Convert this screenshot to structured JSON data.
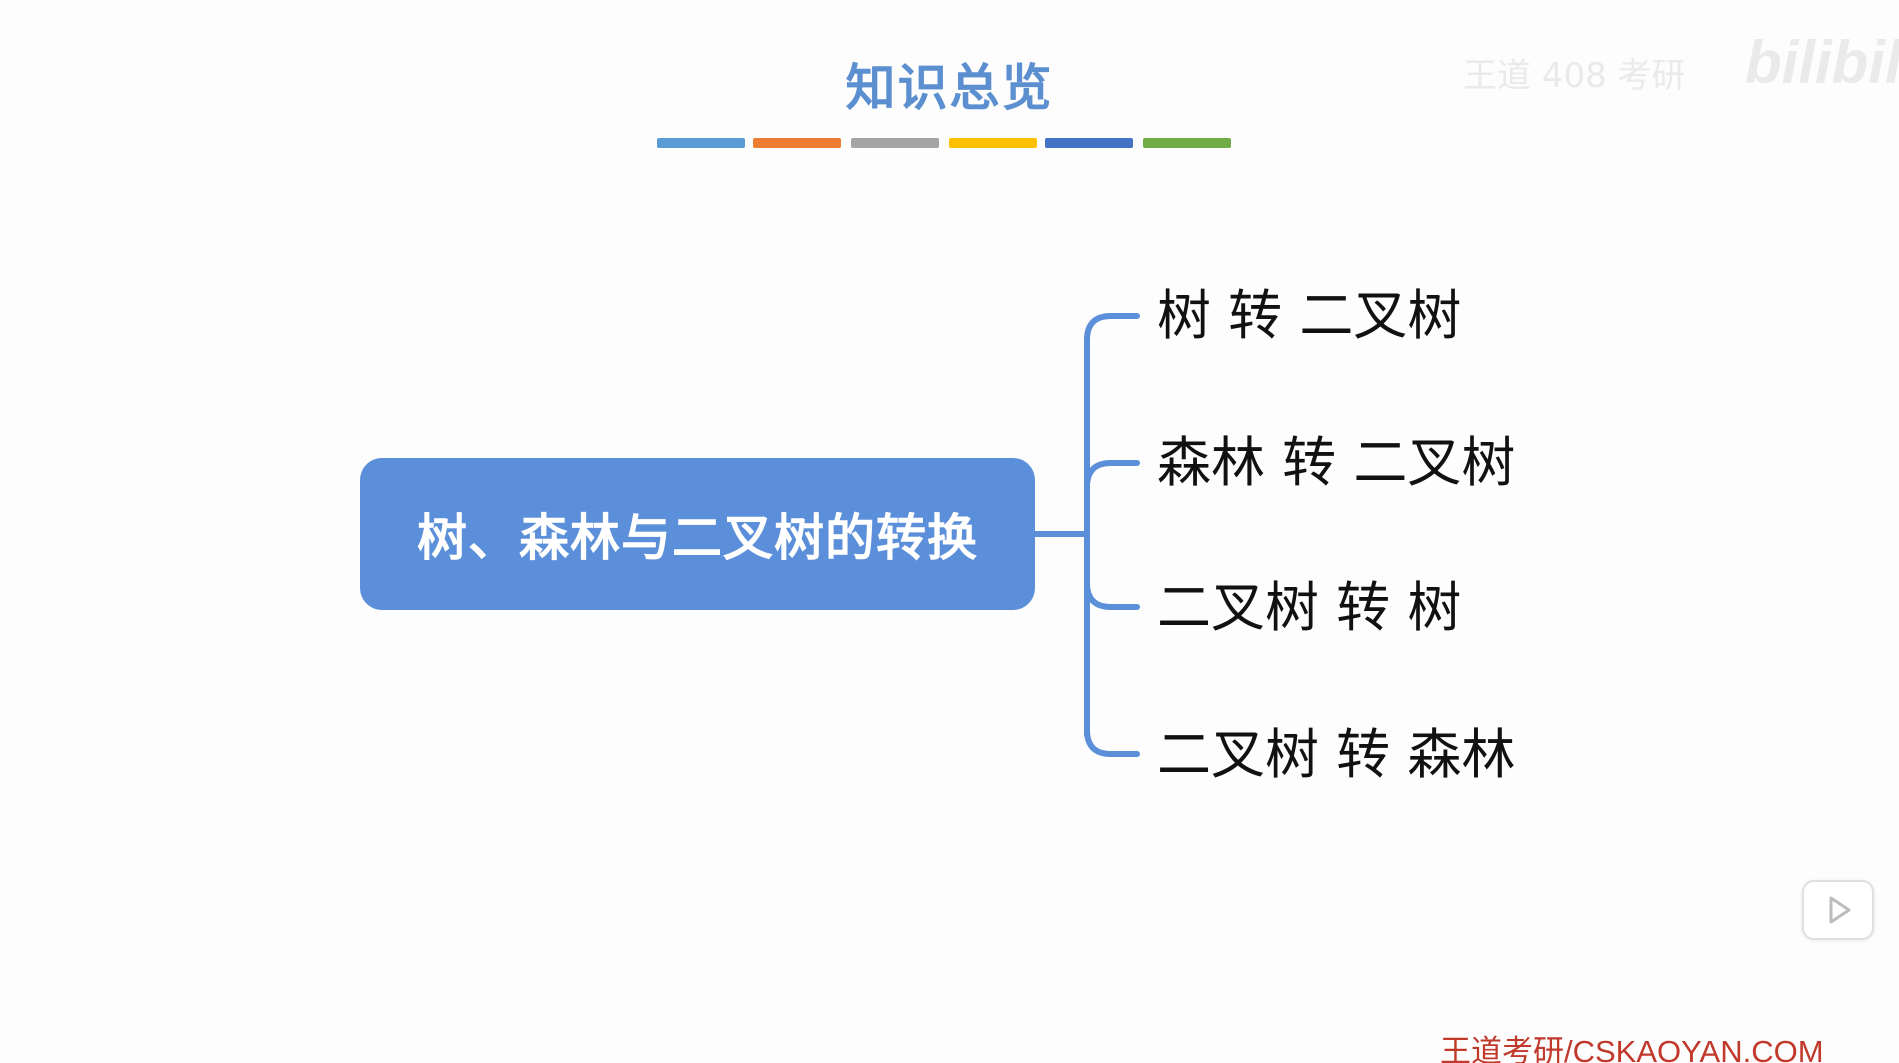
{
  "header": {
    "title": "知识总览",
    "color_bars": [
      "#5b9bd5",
      "#ed7d31",
      "#a5a5a5",
      "#ffc000",
      "#4472c4",
      "#70ad47"
    ]
  },
  "watermark": {
    "text": "王道 408 考研",
    "logo": "bilibili"
  },
  "diagram": {
    "root": "树、森林与二叉树的转换",
    "branches": [
      "树 转 二叉树",
      "森林 转 二叉树",
      "二叉树 转 树",
      "二叉树 转 森林"
    ],
    "line_color": "#5b8fd9"
  },
  "player": {
    "icon": "play-icon"
  },
  "footer": {
    "text": "王道考研/CSKAOYAN.COM"
  }
}
